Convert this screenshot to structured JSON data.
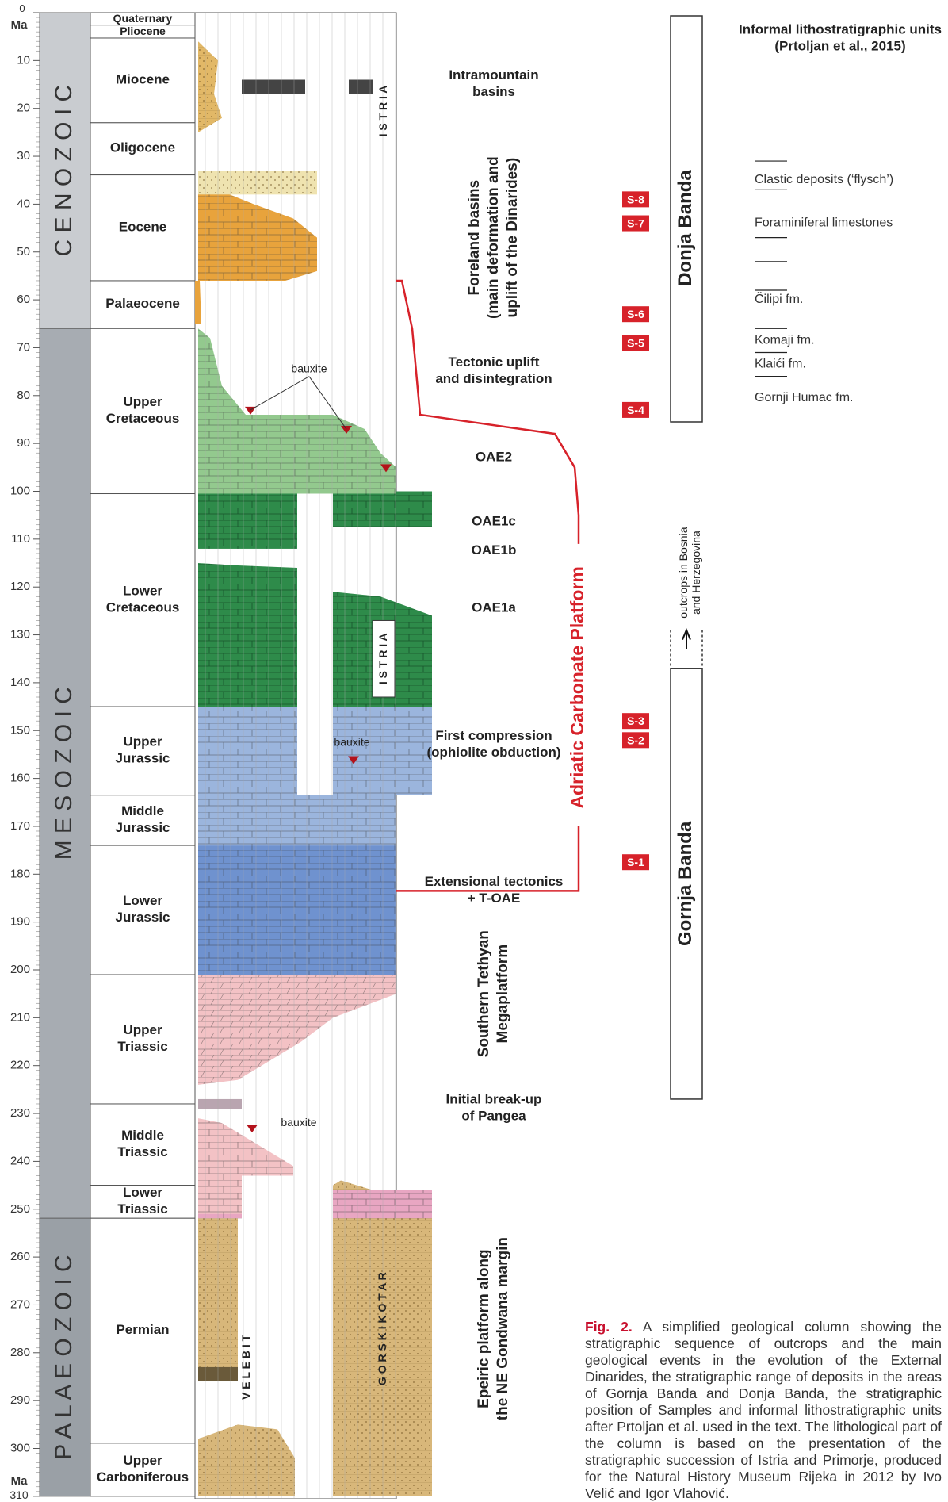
{
  "axis": {
    "unit_top": "Ma",
    "unit_bottom": "Ma",
    "ticks": [
      "0",
      "10",
      "20",
      "30",
      "40",
      "50",
      "60",
      "70",
      "80",
      "90",
      "100",
      "110",
      "120",
      "130",
      "140",
      "150",
      "160",
      "170",
      "180",
      "190",
      "200",
      "210",
      "220",
      "230",
      "240",
      "250",
      "260",
      "270",
      "280",
      "290",
      "300",
      "310"
    ]
  },
  "eras": [
    {
      "name": "C E N O Z O I C",
      "from": 0,
      "to": 66,
      "color": "#c9ccd0"
    },
    {
      "name": "M E S O Z O I C",
      "from": 66,
      "to": 251.9,
      "color": "#a7acb2"
    },
    {
      "name": "P A L A E O Z O I C",
      "from": 251.9,
      "to": 310,
      "color": "#9aa0a6"
    }
  ],
  "periods": [
    {
      "name": "Quaternary",
      "from": 0,
      "to": 2.6
    },
    {
      "name": "Pliocene",
      "from": 2.6,
      "to": 5.3
    },
    {
      "name": "Miocene",
      "from": 5.3,
      "to": 23
    },
    {
      "name": "Oligocene",
      "from": 23,
      "to": 33.9
    },
    {
      "name": "Eocene",
      "from": 33.9,
      "to": 56
    },
    {
      "name": "Palaeocene",
      "from": 56,
      "to": 66
    },
    {
      "name": "Upper\nCretaceous",
      "from": 66,
      "to": 100.5
    },
    {
      "name": "Lower\nCretaceous",
      "from": 100.5,
      "to": 145
    },
    {
      "name": "Upper\nJurassic",
      "from": 145,
      "to": 163.5
    },
    {
      "name": "Middle\nJurassic",
      "from": 163.5,
      "to": 174
    },
    {
      "name": "Lower\nJurassic",
      "from": 174,
      "to": 201
    },
    {
      "name": "Upper\nTriassic",
      "from": 201,
      "to": 228
    },
    {
      "name": "Middle\nTriassic",
      "from": 228,
      "to": 245
    },
    {
      "name": "Lower\nTriassic",
      "from": 245,
      "to": 251.9
    },
    {
      "name": "Permian",
      "from": 251.9,
      "to": 298.9
    },
    {
      "name": "Upper\nCarboniferous",
      "from": 298.9,
      "to": 310
    }
  ],
  "events": [
    {
      "text": "Intramountain\nbasins",
      "at": 15
    },
    {
      "text": "Tectonic uplift\nand disintegration",
      "at": 75
    },
    {
      "text": "OAE2",
      "at": 93
    },
    {
      "text": "OAE1c",
      "at": 106.5
    },
    {
      "text": "OAE1b",
      "at": 112.5
    },
    {
      "text": "OAE1a",
      "at": 124.5
    },
    {
      "text": "First compression\n(ophiolite obduction)",
      "at": 153
    },
    {
      "text": "Extensional tectonics\n+ T-OAE",
      "at": 183.5
    },
    {
      "text": "Initial break-up\nof Pangea",
      "at": 229
    }
  ],
  "vertical_labels": [
    {
      "text": "Foreland basins\n(main deformation and\nuplift of the Dinarides)",
      "from": 28,
      "to": 66
    },
    {
      "text": "Southern Tethyan\nMegaplatform",
      "from": 190,
      "to": 220
    },
    {
      "text": "Epeiric platform along\nthe NE Gondwana margin",
      "from": 248,
      "to": 302
    }
  ],
  "platform_label": "Adriatic Carbonate Platform",
  "local_labels": {
    "istria": "I S T R I A",
    "velebit": "V E L E B I T",
    "gorski": "G O R S K I   K O T A R",
    "bauxite_1": "bauxite",
    "bauxite_2": "bauxite",
    "bauxite_3": "bauxite"
  },
  "samples": [
    {
      "id": "S-8",
      "at": 39
    },
    {
      "id": "S-7",
      "at": 44
    },
    {
      "id": "S-6",
      "at": 63
    },
    {
      "id": "S-5",
      "at": 69
    },
    {
      "id": "S-4",
      "at": 83
    },
    {
      "id": "S-3",
      "at": 148
    },
    {
      "id": "S-2",
      "at": 152
    },
    {
      "id": "S-1",
      "at": 177.5
    }
  ],
  "sections": [
    {
      "name": "Donja Banda",
      "from": 0,
      "to": 85.5
    },
    {
      "name": "Gornja Banda",
      "from": 137,
      "to": 227
    },
    {
      "note": "outcrops in Bosnia\nand Herzegovina"
    }
  ],
  "units": {
    "title": "Informal lithostratigraphic units\n(Prtoljan et al., 2015)",
    "items": [
      {
        "name": "Clastic deposits (‘flysch’)",
        "at": 35
      },
      {
        "name": "Foraminiferal limestones",
        "at": 44
      },
      {
        "name": "Čilipi fm.",
        "at": 60
      },
      {
        "name": "Komaji fm.",
        "at": 68.5
      },
      {
        "name": "Klaići fm.",
        "at": 73.5
      },
      {
        "name": "Gornji Humac fm.",
        "at": 80.5
      }
    ]
  },
  "caption": {
    "label": "Fig. 2.",
    "text": " A simplified geological column showing the stratigraphic sequence of outcrops and the main geological events in the evolution of the External Dinarides, the stratigraphic range of deposits in the areas of Gornja Banda and Donja Banda, the stratigraphic position of Samples and informal lithostratigraphic units after Prtoljan et al. used in the text. The lithological part of the column is based on the presentation of the stratigraphic succession of Istria and Primorje, produced for the Natural History Museum Rijeka in 2012 by Ivo Velić and Igor Vlahović."
  },
  "colors": {
    "sample": "#d7222a",
    "platform_line": "#d7222a",
    "green_upper": "#93c98e",
    "green_lower": "#2e8b4a",
    "blue": "#9bb5dd",
    "blue_dark": "#6f92cf",
    "pink": "#f3c2c5",
    "pink_mid": "#e8a6c2",
    "orange": "#e8a33c",
    "tan": "#d8b77a"
  }
}
